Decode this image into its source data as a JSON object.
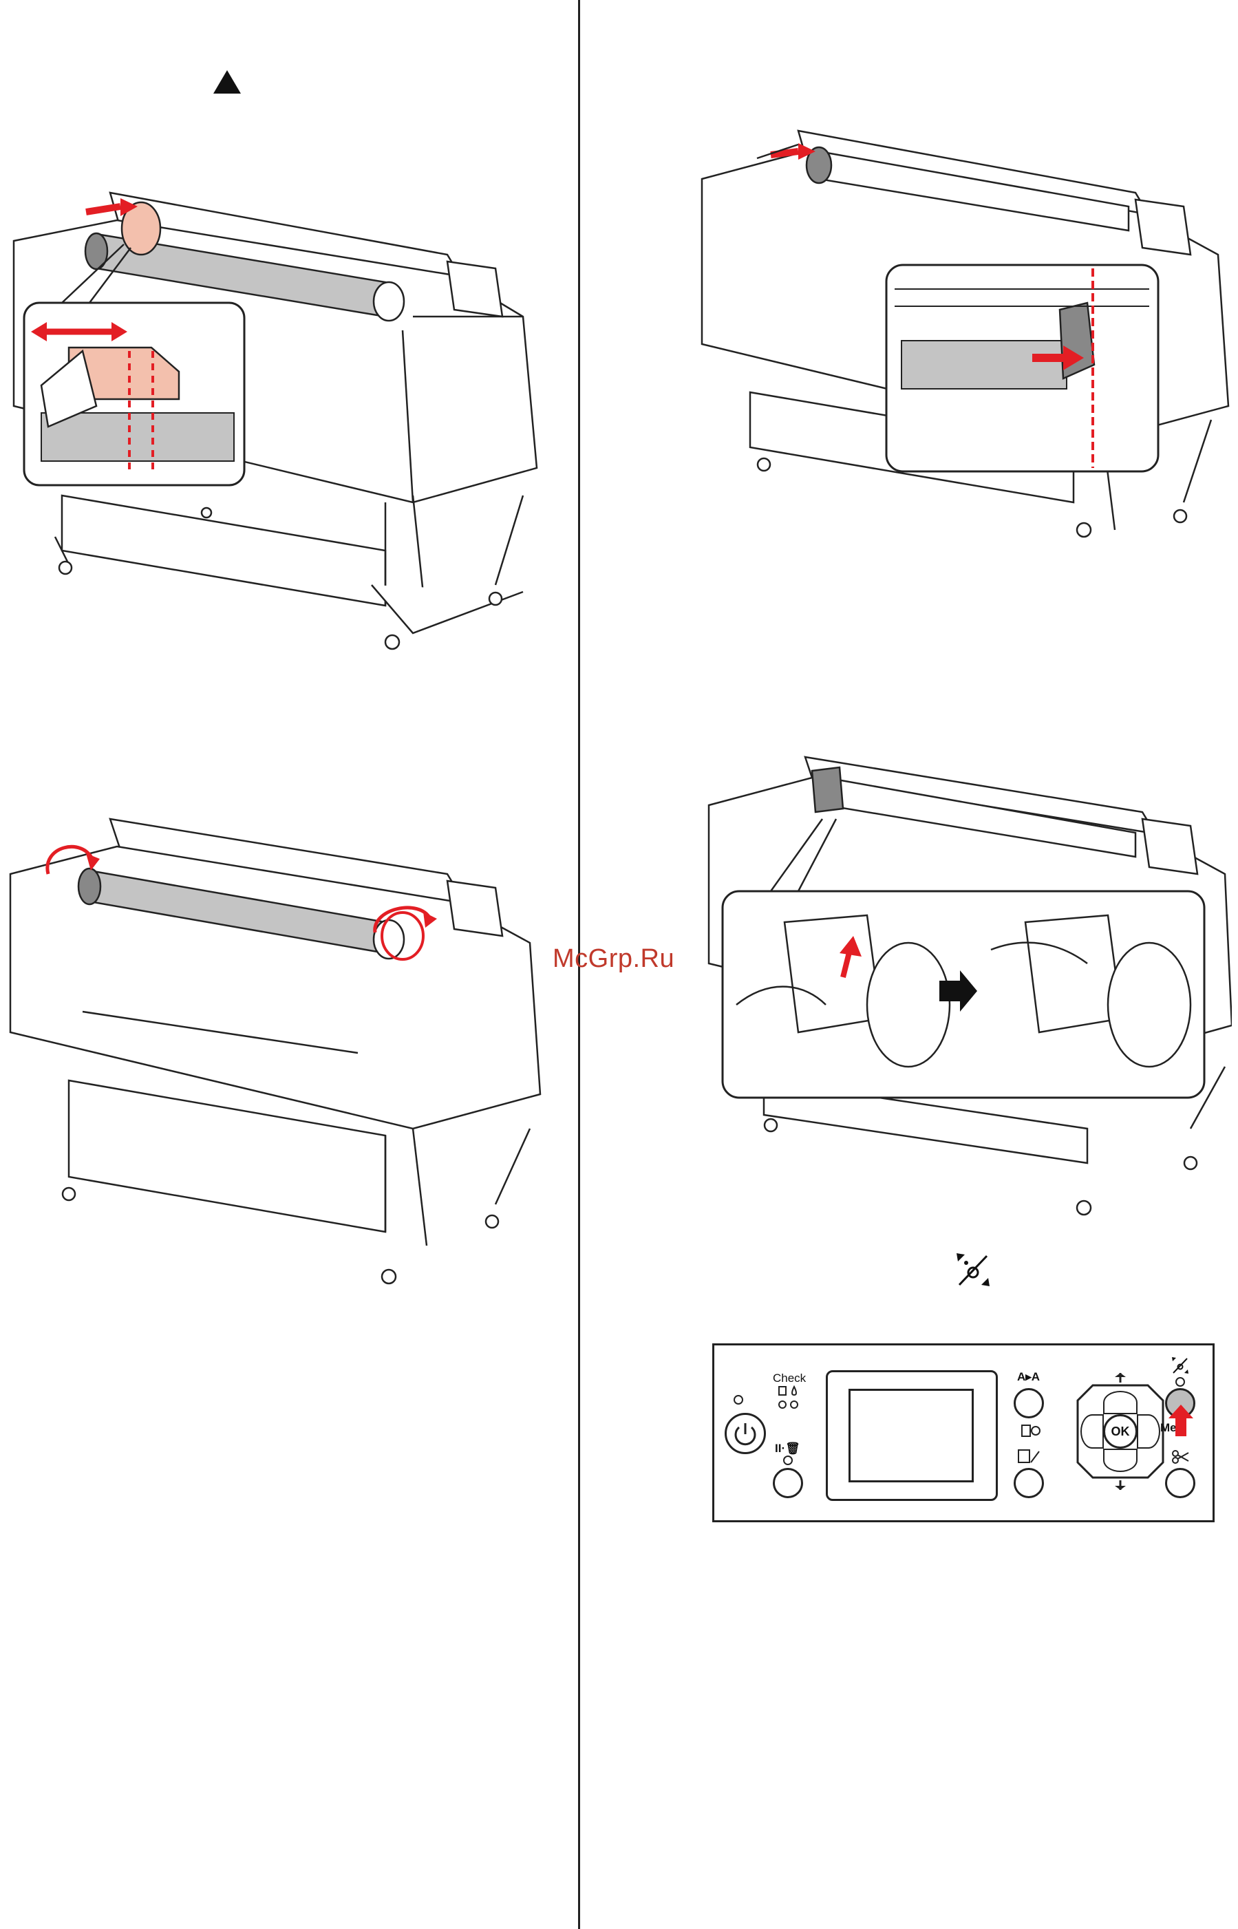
{
  "watermark": "McGrp.Ru",
  "panel": {
    "check_label": "Check",
    "ok_label": "OK",
    "menu_label_partial": "Me",
    "paper_source_label": "A▸A",
    "pause_label": "II·🗑"
  },
  "icons": {
    "step_up": "up-triangle-icon",
    "roll_mode": "roll-adjust-icon"
  },
  "colors": {
    "accent_red": "#e31e24",
    "highlight_pink": "#f3c0ad",
    "paper_gray": "#c4c4c4",
    "line": "#222222"
  }
}
